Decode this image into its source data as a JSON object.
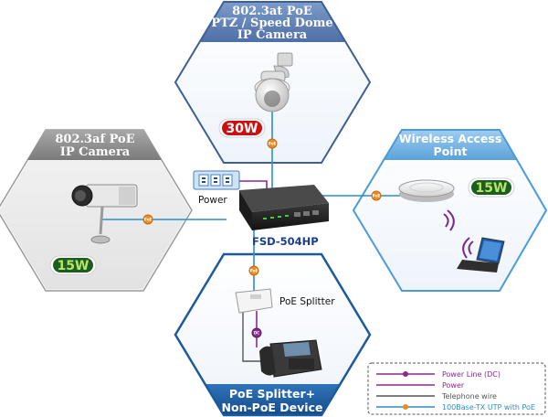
{
  "nodes": {
    "ptz_camera": {
      "title_line1": "802.3at PoE",
      "title_line2": "PTZ / Speed Dome",
      "title_line3": "IP Camera",
      "wattage": "30W"
    },
    "ip_camera": {
      "title_line1": "802.3af PoE",
      "title_line2": "IP Camera",
      "wattage": "15W"
    },
    "wireless_ap": {
      "title_line1": "Wireless Access",
      "title_line2": "Point",
      "wattage": "15W"
    },
    "poe_splitter": {
      "title_line1": "PoE Splitter+",
      "title_line2": "Non-PoE Device",
      "device_label": "PoE Splitter"
    }
  },
  "switch": {
    "model": "FSD-504HP"
  },
  "power": {
    "label": "Power"
  },
  "port_badges": {
    "poe": "PoE",
    "dc": "DC"
  },
  "legend": {
    "items": [
      {
        "label": "Power Line (DC)",
        "color": "#8b2a8f"
      },
      {
        "label": "Power",
        "color": "#8b2a8f"
      },
      {
        "label": "Telephone wire",
        "color": "#555555"
      },
      {
        "label": "100Base-TX UTP with PoE",
        "color": "#2a8fc8"
      }
    ]
  },
  "colors": {
    "gray_header": "#8a8a8a",
    "blue_header": "#5a7fb8",
    "cyan_header": "#6fb0e0",
    "navy_header": "#1d5a9c",
    "wire_blue": "#2a8fc8",
    "power_purple": "#8b2a8f",
    "poe_badge": "#f08c1e",
    "watt_red": "#cc1010",
    "watt_green": "#1b5e20",
    "watt_lime": "#b7e36a"
  }
}
